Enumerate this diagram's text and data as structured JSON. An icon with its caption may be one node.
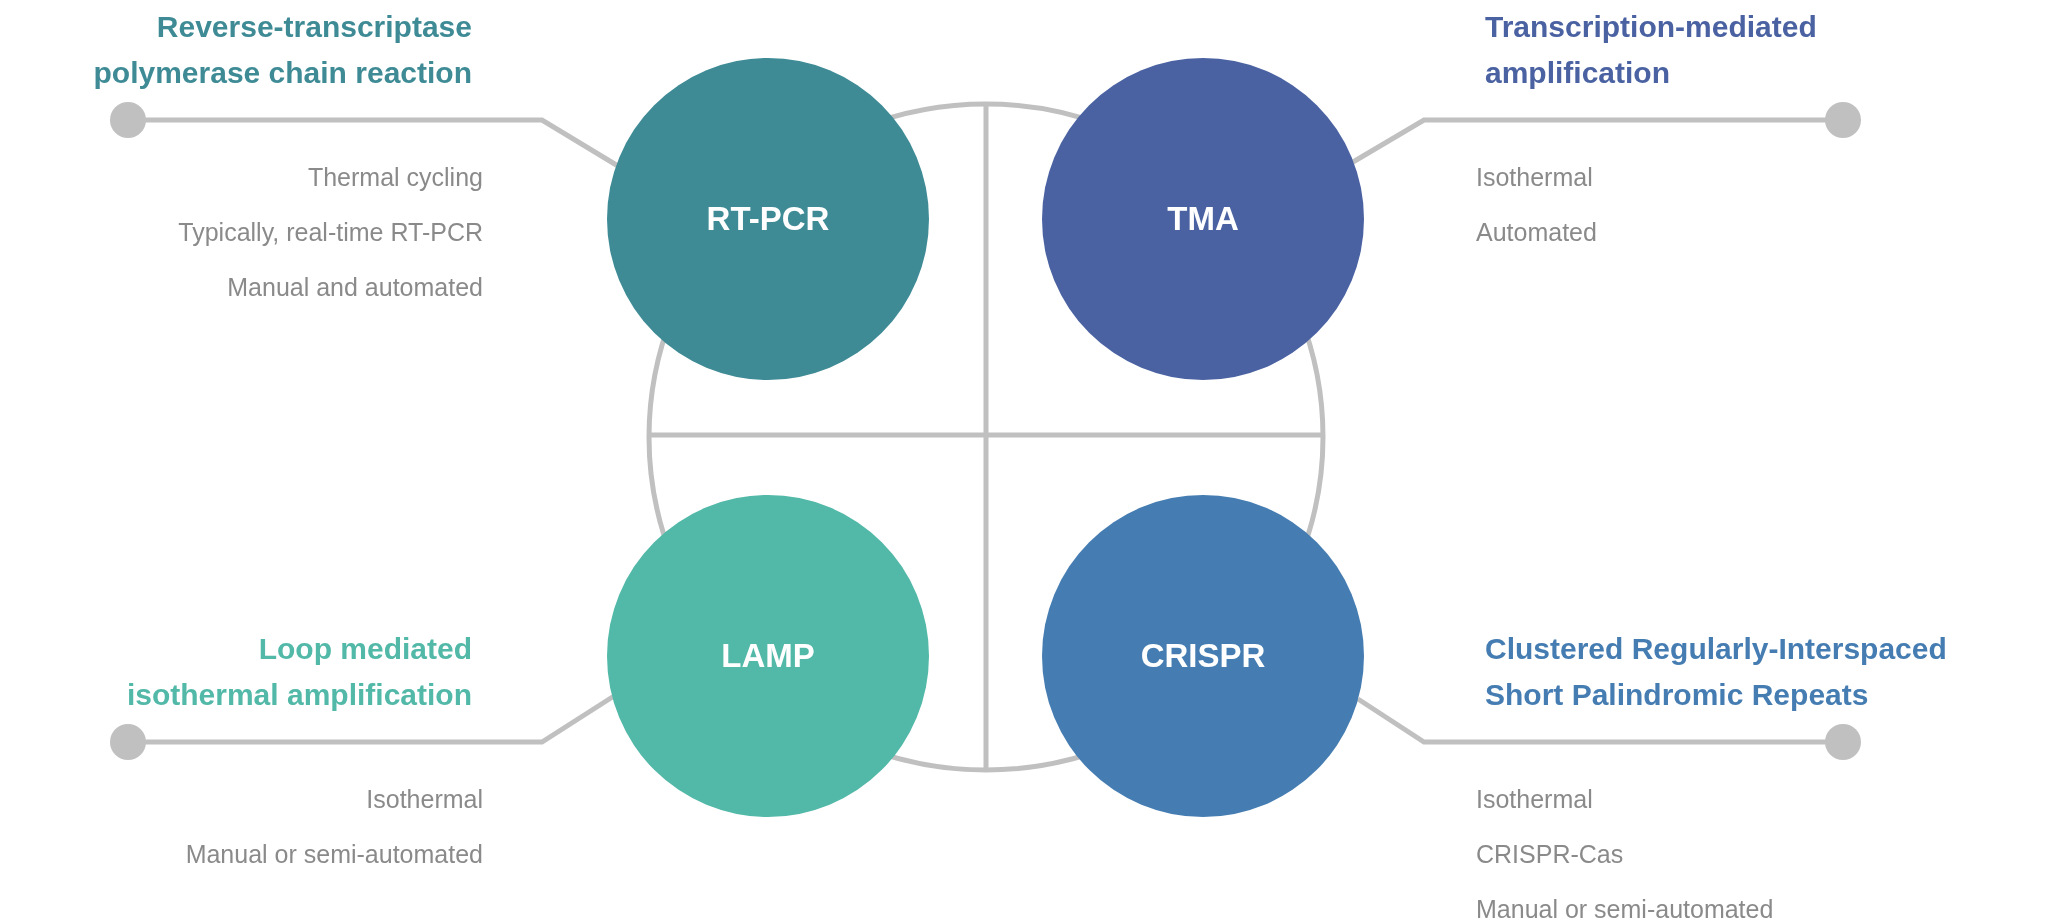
{
  "diagram": {
    "nodes": [
      {
        "text": [
          "RT-PCR"
        ],
        "beside": [
          "Reverse-transcriptase polymerase chain reaction",
          "Thermal cycling",
          "Typically, real-time RT-PCR",
          "Manual and automated"
        ]
      },
      {
        "text": [
          "TMA"
        ],
        "beside": [
          "Transcription-mediated amplification",
          "Isothermal",
          "Automated"
        ]
      },
      {
        "text": [
          "LAMP"
        ],
        "beside": [
          "Loop mediated isothermal amplification",
          "Isothermal",
          "Manual or semi-automated"
        ]
      },
      {
        "text": [
          "CRISPR"
        ],
        "beside": [
          "Clustered Regularly-Interspaced Short Palindromic Repeats",
          "Isothermal",
          "CRISPR-Cas",
          "Manual or semi-automated"
        ]
      }
    ],
    "edges": [
      {
        "from": 0,
        "to": null,
        "arrow": "other"
      },
      {
        "from": 1,
        "to": null,
        "arrow": "other"
      },
      {
        "from": 2,
        "to": null,
        "arrow": "other"
      },
      {
        "from": 3,
        "to": null,
        "arrow": "other"
      }
    ]
  }
}
